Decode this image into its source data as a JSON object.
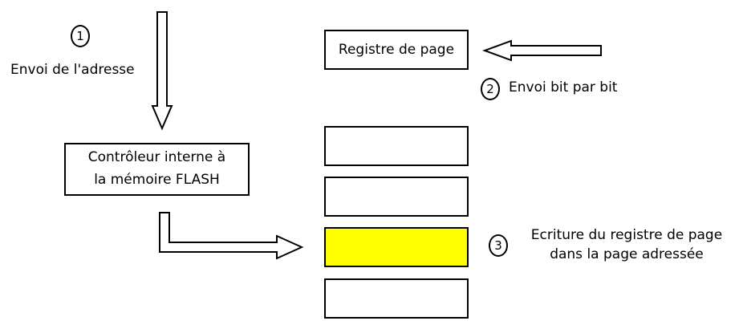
{
  "steps": [
    {
      "number": "1",
      "label": "Envoi de l'adresse"
    },
    {
      "number": "2",
      "label": "Envoi bit par bit"
    },
    {
      "number": "3",
      "label_line1": "Ecriture du registre de page",
      "label_line2": "dans la page adressée"
    }
  ],
  "controller": {
    "line1": "Contrôleur interne à",
    "line2": "la mémoire FLASH"
  },
  "register": {
    "label": "Registre de page"
  },
  "pages": [
    {
      "highlighted": false
    },
    {
      "highlighted": false
    },
    {
      "highlighted": true
    },
    {
      "highlighted": false
    }
  ],
  "colors": {
    "highlight": "#ffff00",
    "stroke": "#000000",
    "background": "#ffffff"
  }
}
